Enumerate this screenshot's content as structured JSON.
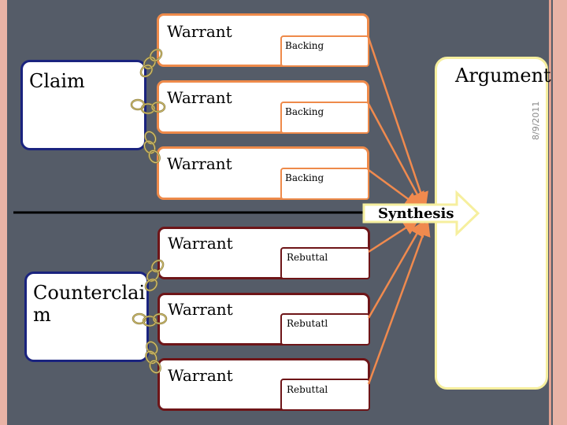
{
  "claim": {
    "label": "Claim"
  },
  "counterclaim": {
    "label": "Counterclai m"
  },
  "argument": {
    "label": "Argument"
  },
  "synthesis": {
    "label": "Synthesis"
  },
  "side_date": "8/9/2011",
  "top_group": [
    {
      "warrant": "Warrant",
      "support": "Backing"
    },
    {
      "warrant": "Warrant",
      "support": "Backing"
    },
    {
      "warrant": "Warrant",
      "support": "Backing"
    }
  ],
  "bottom_group": [
    {
      "warrant": "Warrant",
      "support": "Rebuttal"
    },
    {
      "warrant": "Warrant",
      "support": "Rebutatl"
    },
    {
      "warrant": "Warrant",
      "support": "Rebuttal"
    }
  ],
  "colors": {
    "background": "#555c68",
    "claim_border": "#1a237e",
    "backing_border": "#ee8a4a",
    "rebuttal_border": "#6e1518",
    "argument_border": "#f6ef9e",
    "arrow_orange": "#f08a4e",
    "synthesis_arrow_border": "#f6ef9e"
  }
}
